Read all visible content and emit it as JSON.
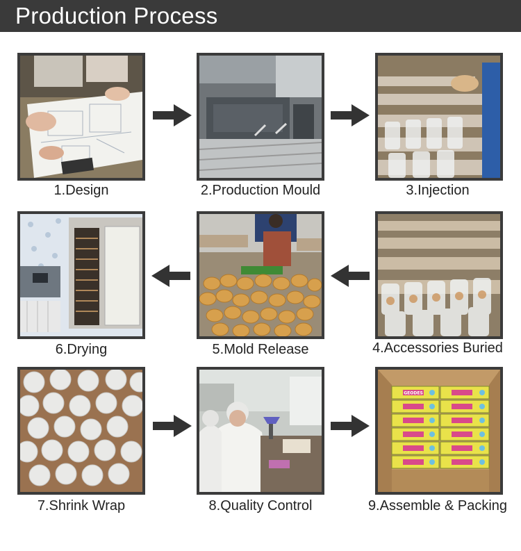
{
  "header": {
    "title": "Production Process"
  },
  "steps": [
    {
      "label": "1.Design"
    },
    {
      "label": "2.Production Mould"
    },
    {
      "label": "3.Injection"
    },
    {
      "label": "4.Accessories Buried"
    },
    {
      "label": "5.Mold Release"
    },
    {
      "label": "6.Drying"
    },
    {
      "label": "7.Shrink Wrap"
    },
    {
      "label": "8.Quality Control"
    },
    {
      "label": "9.Assemble & Packing"
    }
  ],
  "packing_box_label": "GEODES",
  "colors": {
    "header_bg": "#3a3a3a",
    "frame": "#3b3b3b",
    "arrow": "#333333",
    "text": "#222222"
  }
}
